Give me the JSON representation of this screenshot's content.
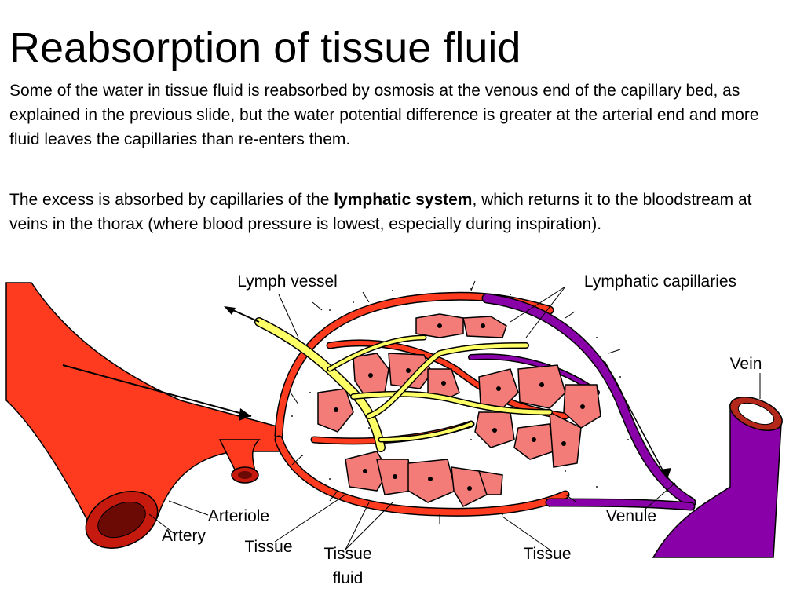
{
  "title": "Reabsorption of tissue fluid",
  "paragraph1": "Some of the water in tissue fluid is reabsorbed by osmosis at the venous end of the capillary bed, as explained in the previous slide, but the water potential difference is greater at the arterial end and more fluid leaves the capillaries than re-enters them.",
  "paragraph2": {
    "before": "The excess is absorbed by capillaries of the ",
    "bold": "lymphatic system",
    "after": ", which returns it to the bloodstream at veins in the thorax (where blood pressure is lowest, especially during inspiration)."
  },
  "labels": {
    "lymph_vessel": "Lymph vessel",
    "lymphatic_capillaries": "Lymphatic capillaries",
    "vein": "Vein",
    "arteriole": "Arteriole",
    "artery": "Artery",
    "tissue_left": "Tissue",
    "tissue_fluid_line1": "Tissue",
    "tissue_fluid_line2": "fluid",
    "tissue_right": "Tissue",
    "venule": "Venule"
  },
  "colors": {
    "artery": "#ff3b1f",
    "vein": "#8a00a8",
    "lymph": "#ffff66",
    "cell": "#f37b78",
    "outline": "#000000"
  }
}
